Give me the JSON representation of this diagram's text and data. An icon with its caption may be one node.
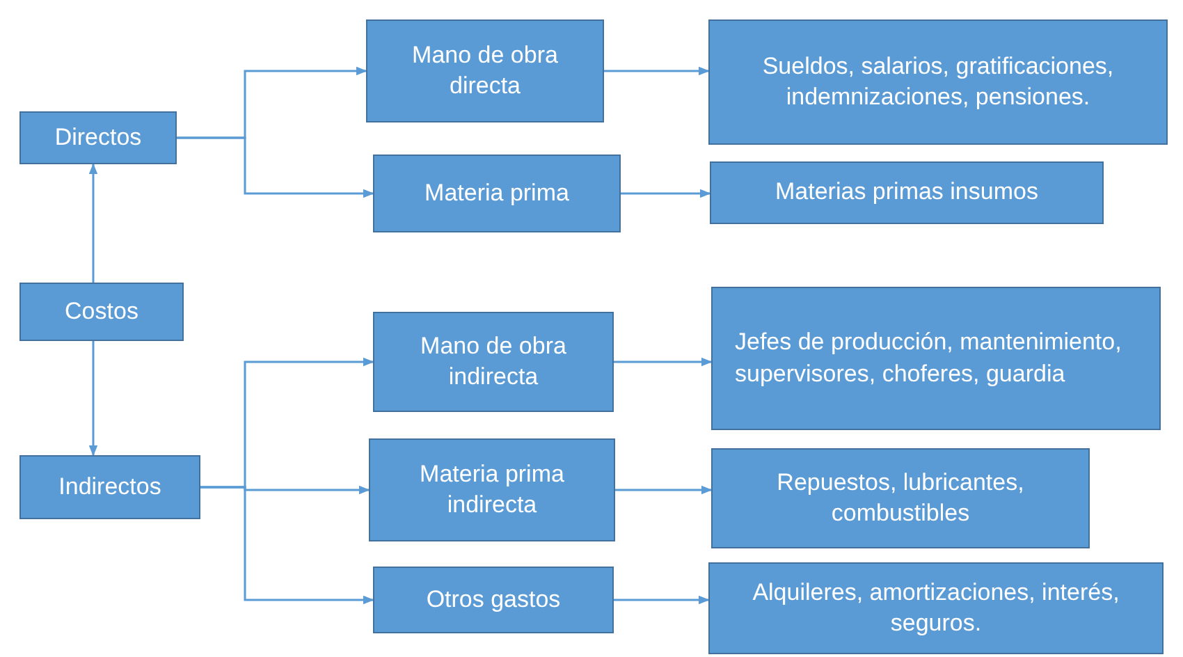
{
  "diagram": {
    "nodes": [
      {
        "text": [
          "Directos"
        ]
      },
      {
        "text": [
          "Mano de obra directa"
        ]
      },
      {
        "text": [
          "Sueldos, salarios, gratificaciones, indemnizaciones, pensiones."
        ]
      },
      {
        "text": [
          "Materia prima"
        ]
      },
      {
        "text": [
          "Materias primas insumos"
        ]
      },
      {
        "text": [
          "Costos"
        ]
      },
      {
        "text": [
          "Mano de obra indirecta"
        ]
      },
      {
        "text": [
          "Jefes de producción, mantenimiento, supervisores, choferes, guardia"
        ]
      },
      {
        "text": [
          "Indirectos"
        ]
      },
      {
        "text": [
          "Materia prima indirecta"
        ]
      },
      {
        "text": [
          "Repuestos, lubricantes, combustibles"
        ]
      },
      {
        "text": [
          "Otros gastos"
        ]
      },
      {
        "text": [
          "Alquileres, amortizaciones, interés, seguros."
        ]
      }
    ],
    "edges": [
      {
        "from": 5,
        "to": 0,
        "arrow": "to"
      },
      {
        "from": 5,
        "to": 8,
        "arrow": "to"
      },
      {
        "from": 0,
        "to": 1,
        "arrow": "to"
      },
      {
        "from": 0,
        "to": 3,
        "arrow": "to"
      },
      {
        "from": 1,
        "to": 2,
        "arrow": "to"
      },
      {
        "from": 3,
        "to": 4,
        "arrow": "to"
      },
      {
        "from": 8,
        "to": 6,
        "arrow": "to"
      },
      {
        "from": 8,
        "to": 9,
        "arrow": "to"
      },
      {
        "from": 8,
        "to": 11,
        "arrow": "to"
      },
      {
        "from": 6,
        "to": 7,
        "arrow": "to"
      },
      {
        "from": 9,
        "to": 10,
        "arrow": "to"
      },
      {
        "from": 11,
        "to": 12,
        "arrow": "to"
      }
    ]
  }
}
